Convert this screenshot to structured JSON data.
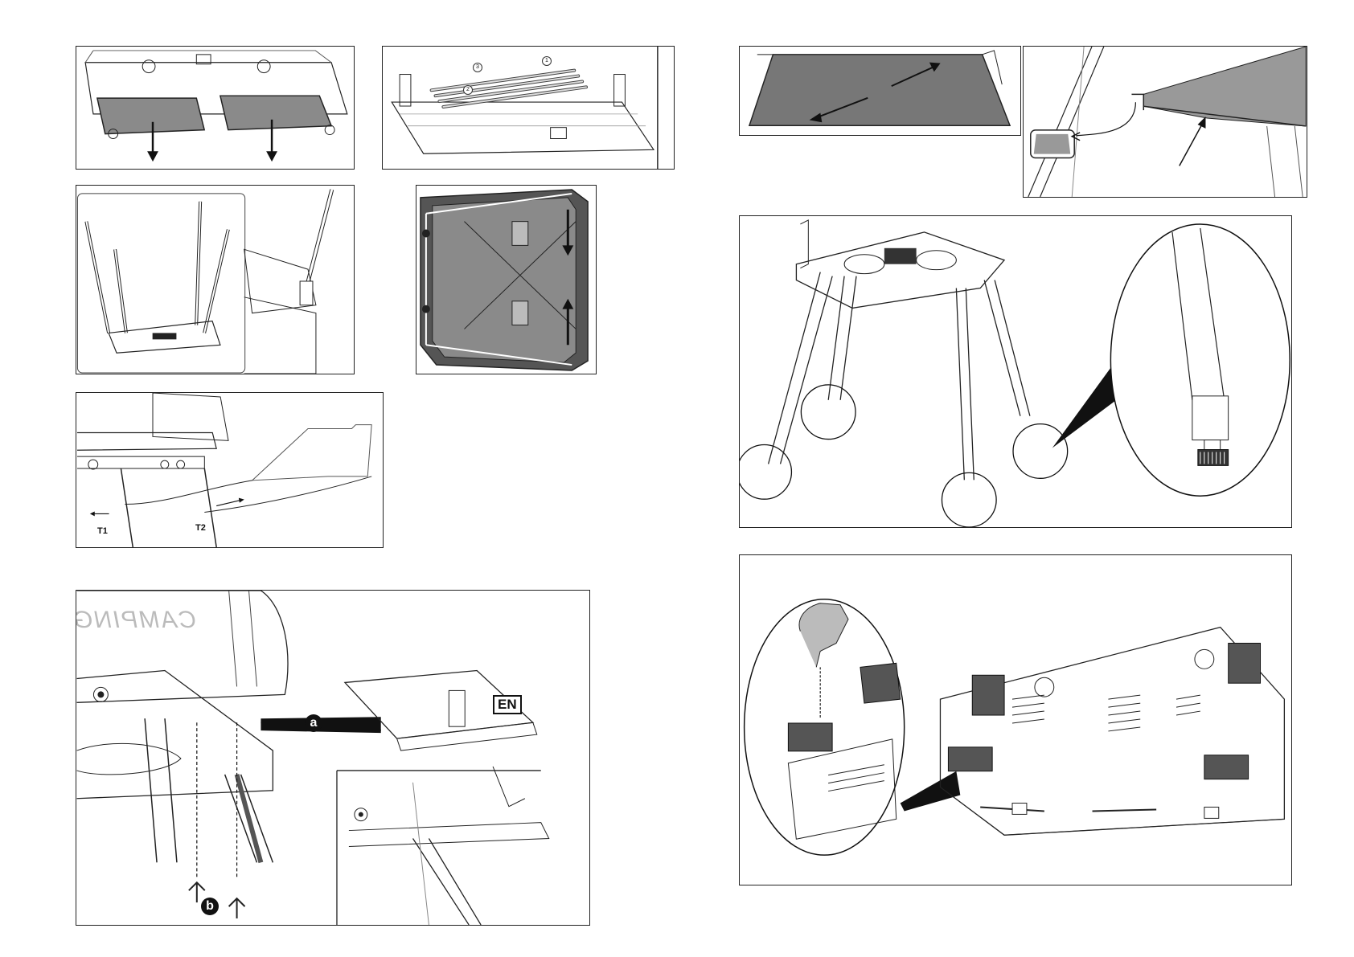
{
  "panels": {
    "p1": {},
    "p2": {
      "part_numbers": [
        "1",
        "2",
        "3"
      ]
    },
    "p3": {},
    "p4": {},
    "p5": {
      "labels": {
        "t1": "T1",
        "t2": "T2"
      }
    },
    "p6": {
      "brand_text": "CAMPING",
      "callout_a": "a",
      "callout_b": "b",
      "region_code": "EN"
    },
    "p7": {},
    "p8": {},
    "p9": {},
    "p10": {}
  },
  "colors": {
    "line": "#222222",
    "shade": "#777777",
    "tray": "#8a8a8a",
    "light": "#cfcfcf"
  }
}
